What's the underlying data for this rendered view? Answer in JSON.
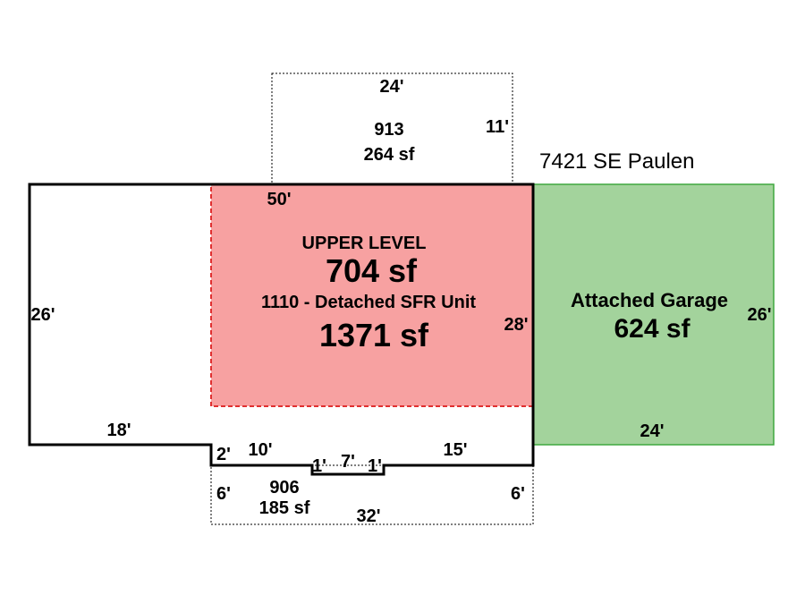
{
  "address": "7421 SE Paulen",
  "colors": {
    "outline": "#000000",
    "upper_fill": "#f7a1a1",
    "upper_border": "#e03030",
    "upper_text": "#e8141b",
    "garage_fill": "#a3d39c",
    "garage_border": "#3fa83f",
    "garage_text": "#1f7f1f"
  },
  "top_addition": {
    "width_label": "24'",
    "height_label": "11'",
    "code": "913",
    "area": "264 sf"
  },
  "main": {
    "top_label": "50'",
    "left_label": "26'",
    "right_label": "28'",
    "bottom_left_label": "18'",
    "step_labels": [
      "2'",
      "10'",
      "1'",
      "7'",
      "1'",
      "15'"
    ],
    "unit_label": "1110 - Detached SFR Unit",
    "unit_area": "1371 sf"
  },
  "upper_level": {
    "title": "UPPER LEVEL",
    "area": "704 sf"
  },
  "garage": {
    "title": "Attached Garage",
    "area": "624 sf",
    "right_label": "26'",
    "bottom_label": "24'"
  },
  "bottom_addition": {
    "left_label": "6'",
    "right_label": "6'",
    "bottom_label": "32'",
    "code": "906",
    "area": "185 sf"
  }
}
